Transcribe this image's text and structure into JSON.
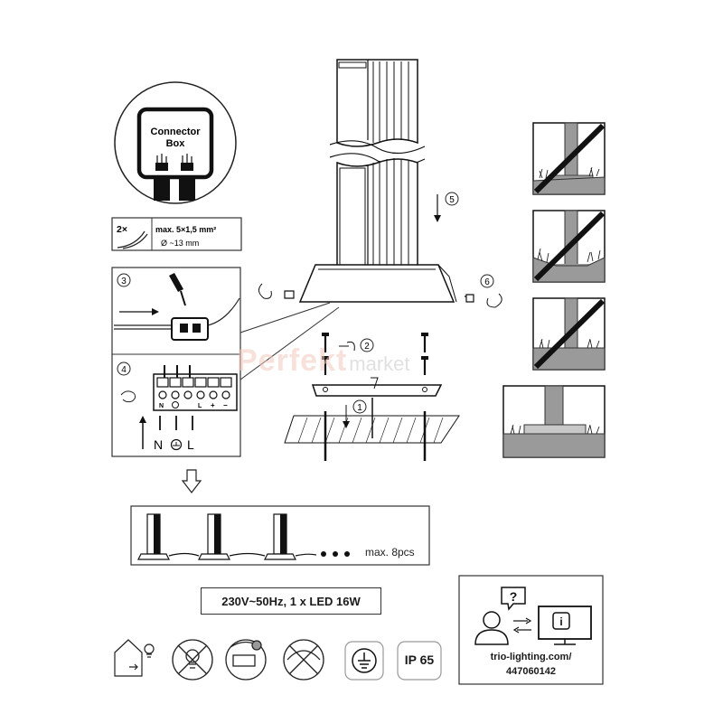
{
  "connector_box": {
    "line1": "Connector",
    "line2": "Box"
  },
  "cable_spec": {
    "count": "2×",
    "max": "max. 5×1,5 mm²",
    "diameter": "Ø ~13 mm"
  },
  "steps": {
    "s1": "1",
    "s2": "2",
    "s3": "3",
    "s4": "4",
    "s5": "5",
    "s6": "6"
  },
  "terminal": {
    "n": "N",
    "l": "L",
    "plus": "+",
    "minus": "−",
    "bottom_n": "N",
    "bottom_l": "L"
  },
  "chain": {
    "max_label": "max. 8pcs"
  },
  "power": {
    "spec": "230V~50Hz, 1 x LED 16W"
  },
  "ip_rating": "IP 65",
  "support": {
    "url": "trio-lighting.com/",
    "code": "447060142"
  },
  "watermark": {
    "brand_a": "Perfekt",
    "brand_b": "market"
  },
  "colors": {
    "line": "#1a1a1a",
    "ground_gray": "#9a9a9a",
    "grass_gray": "#c8c8c8",
    "watermark": "#f2c9bc"
  }
}
